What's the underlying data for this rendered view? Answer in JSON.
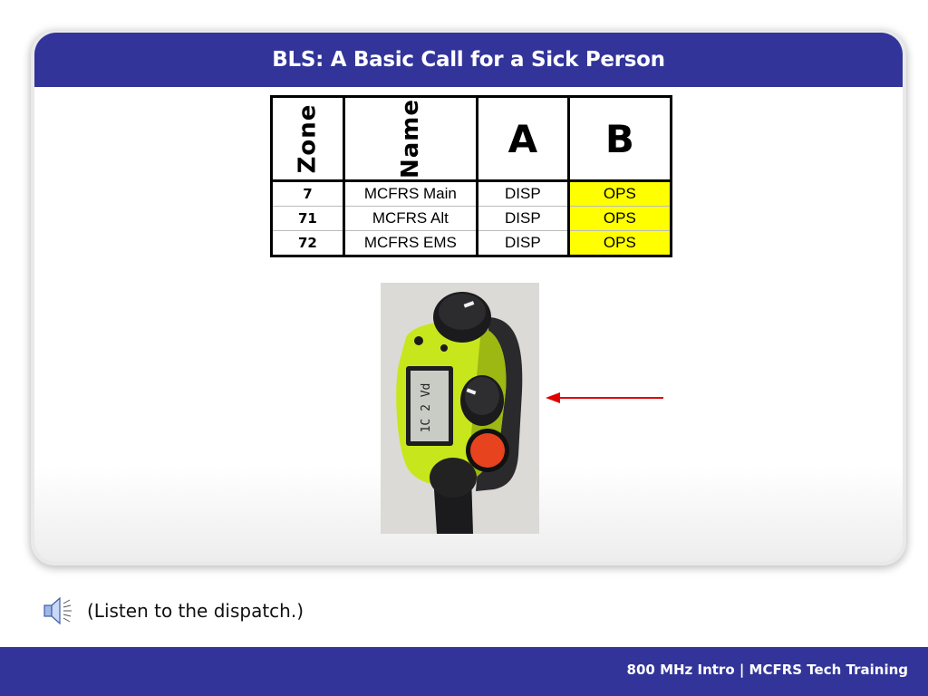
{
  "slide": {
    "title": "BLS: A Basic Call for a Sick Person"
  },
  "zone_table": {
    "headers": {
      "zone": "Zone",
      "name": "Name",
      "a": "A",
      "b": "B"
    },
    "rows": [
      {
        "zone": "7",
        "name": "MCFRS Main",
        "a": "DISP",
        "b": "OPS"
      },
      {
        "zone": "71",
        "name": "MCFRS Alt",
        "a": "DISP",
        "b": "OPS"
      },
      {
        "zone": "72",
        "name": "MCFRS EMS",
        "a": "DISP",
        "b": "OPS"
      }
    ],
    "highlight_color": "#ffff00"
  },
  "radio_photo": {
    "display_text": "1C 2  Vd",
    "body_color": "#c8e61c",
    "emergency_button_color": "#e8431f"
  },
  "pointer_arrow": {
    "icon": "left-arrow-icon",
    "color": "#e00000"
  },
  "audio": {
    "icon": "speaker-icon",
    "label": "(Listen to the dispatch.)"
  },
  "footer": {
    "text": "800 MHz Intro | MCFRS Tech Training"
  },
  "theme": {
    "brand_color": "#32349a"
  }
}
